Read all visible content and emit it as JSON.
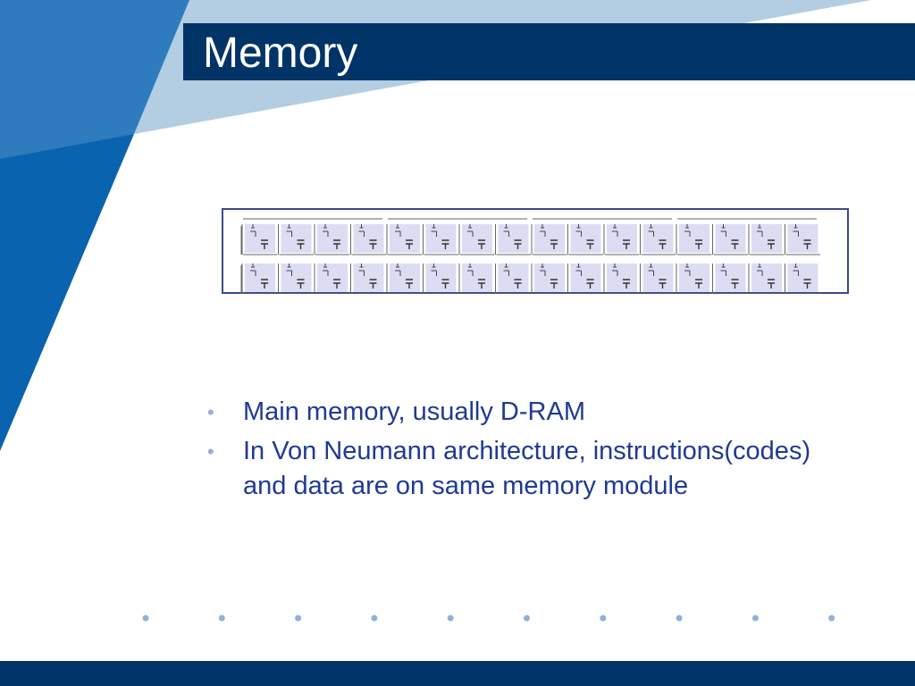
{
  "slide": {
    "title": "Memory",
    "bullets": [
      "Main memory, usually D-RAM",
      "In Von Neumann architecture, instructions(codes) and data are on same memory module"
    ]
  },
  "figure": {
    "type": "dram-cell-array-diagram",
    "rows": 2,
    "columns": 16,
    "groups": 4
  },
  "colors": {
    "title_bar": "#003466",
    "accent_blue": "#1565ad",
    "light_blue": "#b3cde3",
    "bullet_text": "#1f3a93",
    "dot": "#8fb1d8"
  }
}
